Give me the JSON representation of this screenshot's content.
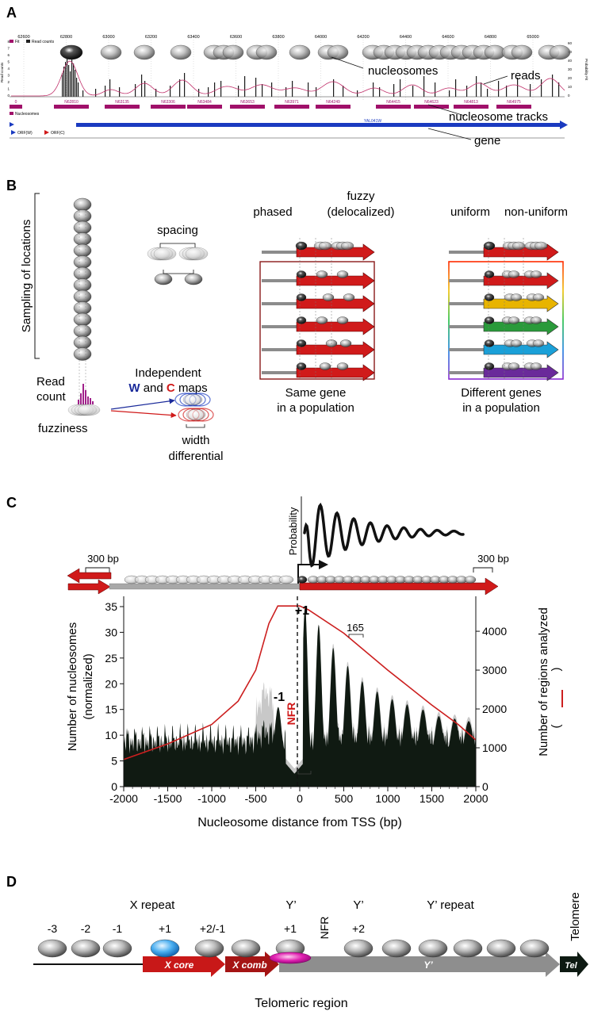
{
  "panels": {
    "a": "A",
    "b": "B",
    "c": "C",
    "d": "D"
  },
  "panel_a": {
    "coords": [
      "62600",
      "62800",
      "63000",
      "63200",
      "63400",
      "63600",
      "63800",
      "64000",
      "64200",
      "64400",
      "64600",
      "64800",
      "65000"
    ],
    "legend": {
      "fit": "Fit",
      "reads": "Read counts",
      "nucleosomes": "Nucleosomes"
    },
    "left_axis": "Read counts",
    "right_axis": "Probability Fit",
    "left_ticks": [
      "0",
      "1",
      "2",
      "3",
      "4",
      "5",
      "6",
      "7",
      "8"
    ],
    "right_ticks": [
      "0",
      "10",
      "20",
      "30",
      "40",
      "50",
      "60"
    ],
    "tracks": [
      "0",
      "N62810",
      "N63135",
      "N63306",
      "N63484",
      "N63653",
      "N63971",
      "N64249",
      "N64415",
      "N64623",
      "N64813",
      "N64975"
    ],
    "gene_name": "YAL041W",
    "orf_w": "ORF(W)",
    "orf_c": "ORF(C)",
    "callouts": {
      "nucleosomes": "nucleosomes",
      "reads": "reads",
      "tracks": "nucleosome tracks",
      "gene": "gene"
    }
  },
  "panel_b": {
    "sampling": "Sampling of locations",
    "read_count_1": "Read",
    "read_count_2": "count",
    "fuzziness": "fuzziness",
    "spacing": "spacing",
    "independent": "Independent",
    "w": "W",
    "and": "and",
    "c": "C",
    "maps": "maps",
    "width_1": "width",
    "width_2": "differential",
    "phased": "phased",
    "fuzzy_1": "fuzzy",
    "fuzzy_2": "(delocalized)",
    "same_1": "Same gene",
    "same_2": "in a population",
    "uniform": "uniform",
    "non_uniform": "non-uniform",
    "diff_1": "Different genes",
    "diff_2": "in a population",
    "gene_colors": [
      "#e8b400",
      "#2a9a3a",
      "#1aa0d8",
      "#6a2a9a"
    ]
  },
  "panel_c": {
    "probability": "Probability",
    "bp_300_left": "300 bp",
    "bp_300_right": "300 bp",
    "plus1": "+1",
    "minus1": "-1",
    "nfr": "NFR",
    "spacing_label": "165",
    "ylabel_1": "Number of nucleosomes",
    "ylabel_2": "(normalized)",
    "y2label": "Number of regions analyzed",
    "y2paren_open": "(",
    "y2paren_close": ")",
    "xlabel": "Nucleosome distance from TSS (bp)",
    "xticks": [
      "-2000",
      "-1500",
      "-1000",
      "-500",
      "0",
      "500",
      "1000",
      "1500",
      "2000"
    ],
    "yticks": [
      "0",
      "5",
      "10",
      "15",
      "20",
      "25",
      "30",
      "35"
    ],
    "y2ticks": [
      "0",
      "1000",
      "2000",
      "3000",
      "4000"
    ]
  },
  "chart_data": {
    "type": "area",
    "xlabel": "Nucleosome distance from TSS (bp)",
    "ylabel": "Number of nucleosomes (normalized)",
    "y2label": "Number of regions analyzed",
    "xlim": [
      -2000,
      2000
    ],
    "ylim": [
      0,
      37
    ],
    "y2lim": [
      0,
      4900
    ],
    "grid": false,
    "peaks": {
      "x": [
        -245,
        60,
        215,
        380,
        545,
        710,
        880,
        1050,
        1220,
        1400,
        1580,
        1760,
        1920
      ],
      "y": [
        15.5,
        35,
        31.5,
        27,
        23.5,
        20.5,
        18.5,
        17,
        16,
        15,
        14,
        13.5,
        13
      ]
    },
    "regions_line": {
      "x": [
        -2000,
        -1500,
        -1000,
        -700,
        -500,
        -350,
        -250,
        -200,
        0,
        100,
        500,
        1000,
        1500,
        1800,
        2000
      ],
      "y": [
        700,
        1100,
        1600,
        2200,
        3000,
        4200,
        4650,
        4650,
        4650,
        4550,
        3950,
        3000,
        2100,
        1600,
        1200
      ]
    },
    "series": [
      {
        "values": "black nucleosome profile"
      },
      {
        "values": "grey profile"
      }
    ]
  },
  "panel_d": {
    "x_repeat": "X repeat",
    "yprime": "Y’",
    "yprime2": "Y’",
    "yprime_repeat": "Y’ repeat",
    "telomere": "Telomere",
    "nfr": "NFR",
    "positions": [
      "-3",
      "-2",
      "-1",
      "+1",
      "+2/-1",
      "+1",
      "+2"
    ],
    "x_core": "X core",
    "x_comb": "X comb",
    "yprime_bar": "Y’",
    "tel": "Tel",
    "caption": "Telomeric region"
  }
}
